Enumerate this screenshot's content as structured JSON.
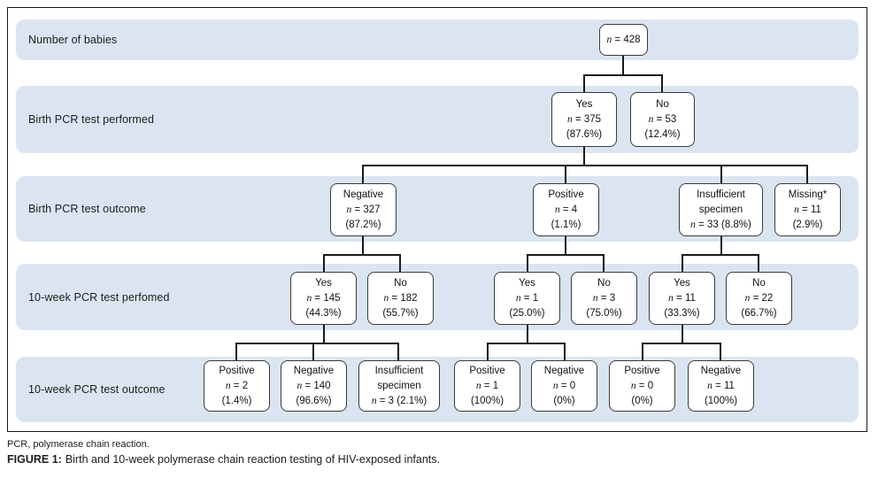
{
  "rows": [
    {
      "label": "Number of babies"
    },
    {
      "label": "Birth PCR test performed"
    },
    {
      "label": "Birth PCR test outcome"
    },
    {
      "label": "10-week PCR test perfomed"
    },
    {
      "label": "10-week PCR test outcome"
    }
  ],
  "nodes": {
    "total": {
      "n_sym": "n",
      "n_val": " = 428"
    },
    "birth_yes": {
      "title": "Yes",
      "n_sym": "n",
      "n_val": " = 375",
      "pct": "(87.6%)"
    },
    "birth_no": {
      "title": "No",
      "n_sym": "n",
      "n_val": " = 53",
      "pct": "(12.4%)"
    },
    "out_neg": {
      "title": "Negative",
      "n_sym": "n",
      "n_val": " = 327",
      "pct": "(87.2%)"
    },
    "out_pos": {
      "title": "Positive",
      "n_sym": "n",
      "n_val": " = 4",
      "pct": "(1.1%)"
    },
    "out_insuf": {
      "title": "Insufficient",
      "title2": "specimen",
      "n_sym": "n",
      "n_val": " = 33 (8.8%)"
    },
    "out_miss": {
      "title": "Missing*",
      "n_sym": "n",
      "n_val": " = 11",
      "pct": "(2.9%)"
    },
    "w10_neg_yes": {
      "title": "Yes",
      "n_sym": "n",
      "n_val": " = 145",
      "pct": "(44.3%)"
    },
    "w10_neg_no": {
      "title": "No",
      "n_sym": "n",
      "n_val": " = 182",
      "pct": "(55.7%)"
    },
    "w10_pos_yes": {
      "title": "Yes",
      "n_sym": "n",
      "n_val": " = 1",
      "pct": "(25.0%)"
    },
    "w10_pos_no": {
      "title": "No",
      "n_sym": "n",
      "n_val": " = 3",
      "pct": "(75.0%)"
    },
    "w10_ins_yes": {
      "title": "Yes",
      "n_sym": "n",
      "n_val": " = 11",
      "pct": "(33.3%)"
    },
    "w10_ins_no": {
      "title": "No",
      "n_sym": "n",
      "n_val": " = 22",
      "pct": "(66.7%)"
    },
    "fin_neg_pos": {
      "title": "Positive",
      "n_sym": "n",
      "n_val": " = 2",
      "pct": "(1.4%)"
    },
    "fin_neg_neg": {
      "title": "Negative",
      "n_sym": "n",
      "n_val": " = 140",
      "pct": "(96.6%)"
    },
    "fin_neg_ins": {
      "title": "Insufficient",
      "title2": "specimen",
      "n_sym": "n",
      "n_val": " = 3 (2.1%)"
    },
    "fin_pos_pos": {
      "title": "Positive",
      "n_sym": "n",
      "n_val": " = 1",
      "pct": "(100%)"
    },
    "fin_pos_neg": {
      "title": "Negative",
      "n_sym": "n",
      "n_val": " = 0",
      "pct": "(0%)"
    },
    "fin_ins_pos": {
      "title": "Positive",
      "n_sym": "n",
      "n_val": " = 0",
      "pct": "(0%)"
    },
    "fin_ins_neg": {
      "title": "Negative",
      "n_sym": "n",
      "n_val": " = 11",
      "pct": "(100%)"
    }
  },
  "footnote": "PCR, polymerase chain reaction.",
  "caption": {
    "label": "FIGURE 1:",
    "text": "Birth and 10-week polymerase chain reaction testing of HIV-exposed infants."
  },
  "colors": {
    "band_fill": "#dbe5f1",
    "connector_line": "#1a1a1a",
    "box_border": "#3a3a3a",
    "box_fill": "#ffffff",
    "frame_border": "#161616"
  }
}
